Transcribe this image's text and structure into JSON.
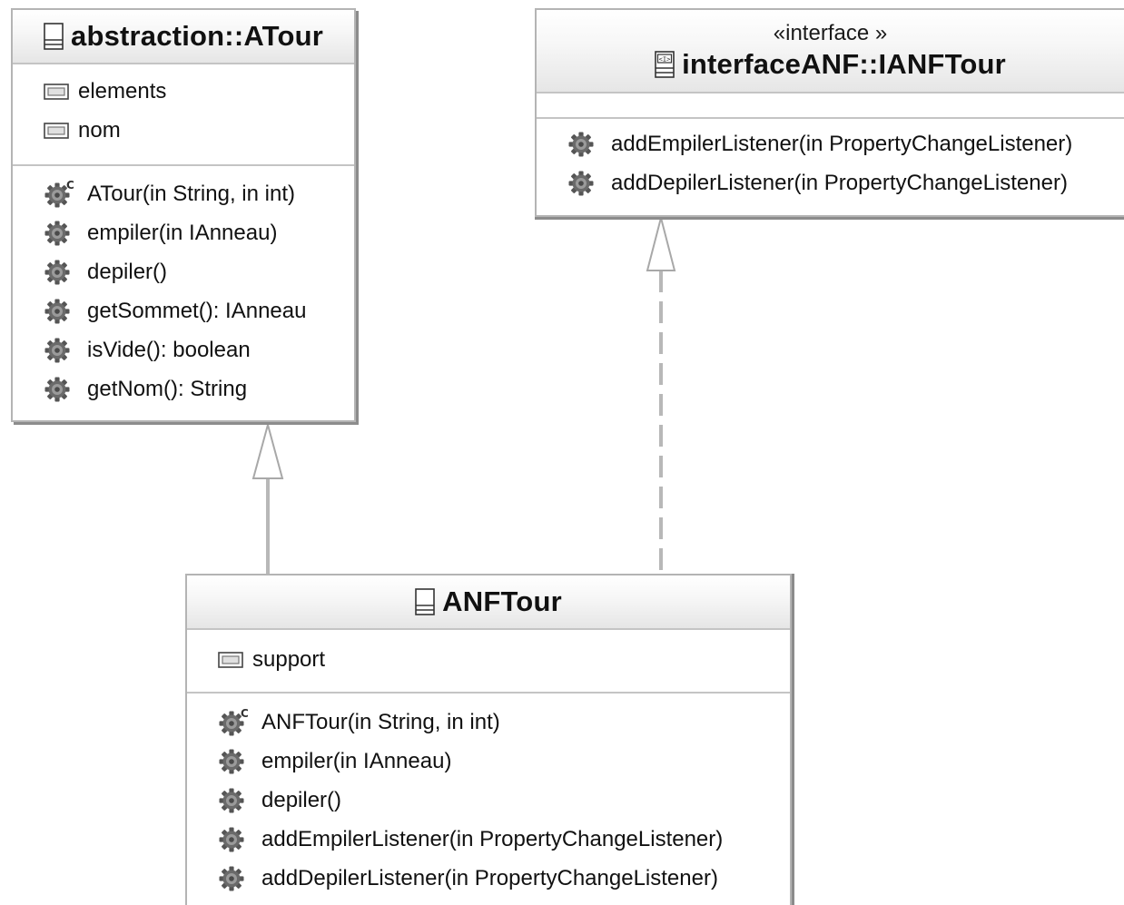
{
  "diagram": {
    "atour": {
      "title": "abstraction::ATour",
      "attributes": [
        "elements",
        "nom"
      ],
      "operations": [
        "ATour(in String, in int)",
        "empiler(in IAnneau)",
        "depiler()",
        "getSommet(): IAnneau",
        "isVide(): boolean",
        "getNom(): String"
      ]
    },
    "ianftour": {
      "stereotype": "«interface »",
      "title": "interfaceANF::IANFTour",
      "operations": [
        "addEmpilerListener(in PropertyChangeListener)",
        "addDepilerListener(in PropertyChangeListener)"
      ]
    },
    "anftour": {
      "title": "ANFTour",
      "attributes": [
        "support"
      ],
      "operations": [
        "ANFTour(in String, in int)",
        "empiler(in IAnneau)",
        "depiler()",
        "addEmpilerListener(in PropertyChangeListener)",
        "addDepilerListener(in PropertyChangeListener)"
      ]
    }
  },
  "colors": {
    "border": "#b4b4b4",
    "shadow": "#8c8c8c",
    "connector": "#b8b8b8",
    "header_top": "#ffffff",
    "header_bottom": "#e6e6e6"
  },
  "icons": {
    "class": "class-icon",
    "interface": "interface-icon",
    "attribute": "attribute-icon",
    "operation": "gear-icon",
    "constructor": "constructor-gear-icon"
  }
}
